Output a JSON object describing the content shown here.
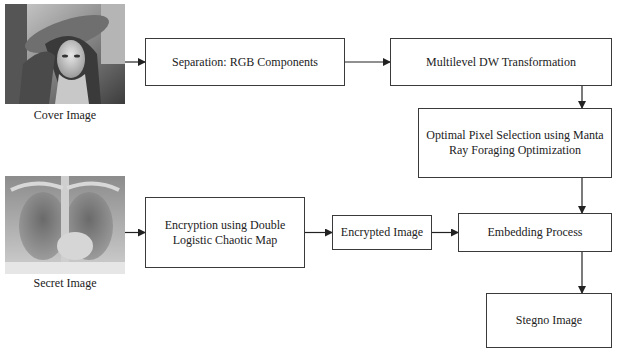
{
  "diagram": {
    "nodes": [
      {
        "text": [
          "Cover Image"
        ]
      },
      {
        "text": [
          "Separation: RGB Components"
        ]
      },
      {
        "text": [
          "Multilevel DW Transformation"
        ]
      },
      {
        "text": [
          "Optimal Pixel Selection using Manta Ray Foraging Optimization"
        ]
      },
      {
        "text": [
          "Secret Image"
        ]
      },
      {
        "text": [
          "Encryption using Double Logistic Chaotic Map"
        ]
      },
      {
        "text": [
          "Encrypted Image"
        ]
      },
      {
        "text": [
          "Embedding Process"
        ]
      },
      {
        "text": [
          "Stegno Image"
        ]
      }
    ],
    "edges": [
      {
        "from": 0,
        "to": 1,
        "arrow": "to"
      },
      {
        "from": 1,
        "to": 2,
        "arrow": "to"
      },
      {
        "from": 2,
        "to": 3,
        "arrow": "to"
      },
      {
        "from": 3,
        "to": 7,
        "arrow": "to"
      },
      {
        "from": 4,
        "to": 5,
        "arrow": "to"
      },
      {
        "from": 5,
        "to": 6,
        "arrow": "to"
      },
      {
        "from": 6,
        "to": 7,
        "arrow": "to"
      },
      {
        "from": 7,
        "to": 8,
        "arrow": "to"
      }
    ]
  }
}
